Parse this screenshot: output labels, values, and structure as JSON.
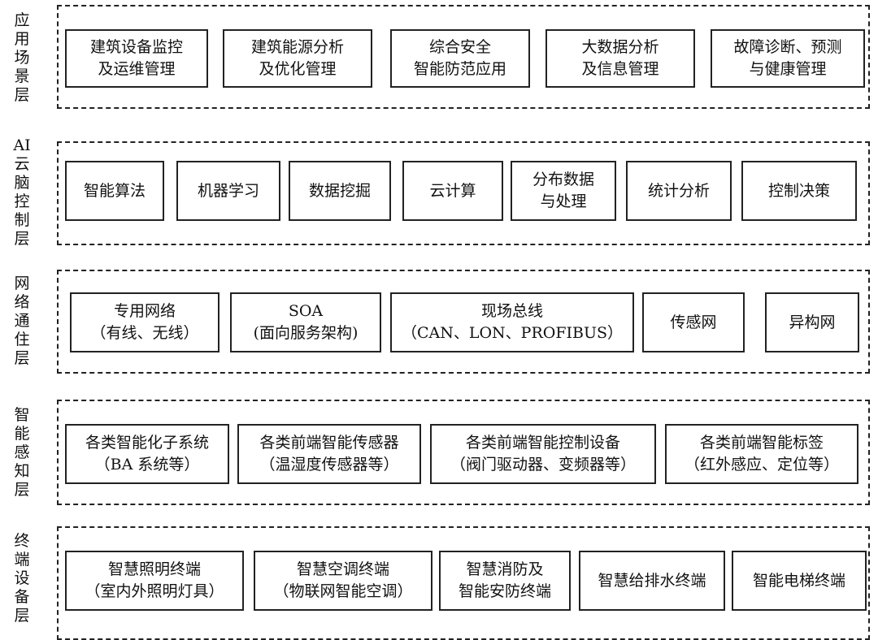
{
  "layers": [
    {
      "label": "应用场景层",
      "boxes": [
        "建筑设备监控\n及运维管理",
        "建筑能源分析\n及优化管理",
        "综合安全\n智能防范应用",
        "大数据分析\n及信息管理",
        "故障诊断、预测\n与健康管理"
      ]
    },
    {
      "label": "AI云脑控制层",
      "boxes": [
        "智能算法",
        "机器学习",
        "数据挖掘",
        "云计算",
        "分布数据\n与处理",
        "统计分析",
        "控制决策"
      ]
    },
    {
      "label": "网络通住层",
      "boxes": [
        "专用网络\n（有线、无线）",
        "SOA\n(面向服务架构)",
        "现场总线\n（CAN、LON、PROFIBUS）",
        "传感网",
        "异构网"
      ]
    },
    {
      "label": "智能感知层",
      "boxes": [
        "各类智能化子系统\n（BA 系统等）",
        "各类前端智能传感器\n（温湿度传感器等）",
        "各类前端智能控制设备\n（阀门驱动器、变频器等）",
        "各类前端智能标签\n（红外感应、定位等）"
      ]
    },
    {
      "label": "终端设备层",
      "boxes": [
        "智慧照明终端\n（室内外照明灯具）",
        "智慧空调终端\n（物联网智能空调）",
        "智慧消防及\n智能安防终端",
        "智慧给排水终端",
        "智能电梯终端"
      ]
    }
  ]
}
